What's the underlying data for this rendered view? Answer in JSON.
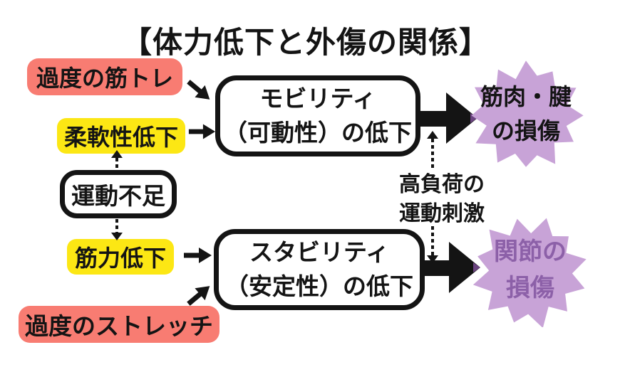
{
  "title": "【体力低下と外傷の関係】",
  "causes": {
    "excessive_training": "過度の筋トレ",
    "flexibility_decline": "柔軟性低下",
    "lack_of_exercise": "運動不足",
    "strength_decline": "筋力低下",
    "excessive_stretching": "過度のストレッチ"
  },
  "conditions": {
    "mobility_line1": "モビリティ",
    "mobility_line2": "（可動性）の低下",
    "stability_line1": "スタビリティ",
    "stability_line2": "（安定性）の低下"
  },
  "annotations": {
    "high_load_line1": "高負荷の",
    "high_load_line2": "運動刺激"
  },
  "injuries": {
    "muscle_tendon_line1": "筋肉・腱",
    "muscle_tendon_line2": "の損傷",
    "joint_line1": "関節の",
    "joint_line2": "損傷"
  },
  "colors": {
    "pink": "#f87c72",
    "yellow": "#fce714",
    "lilac": "#c8a3d7",
    "purple_text": "#8c60a8",
    "purple_tip": "#6b4480",
    "ink": "#141414",
    "paper": "#ffffff"
  }
}
